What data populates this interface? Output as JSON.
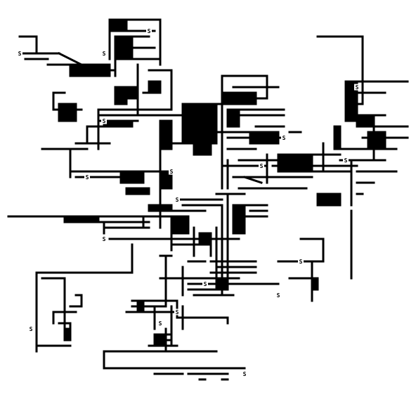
{
  "game": {
    "start_marker": "S",
    "grid": {
      "cols": 74,
      "rows": 74
    },
    "colors": {
      "background": "#ffffff",
      "wall": "#000000"
    }
  },
  "chart_data": {
    "type": "table",
    "segments": [
      [
        19,
        3,
        28,
        3
      ],
      [
        19,
        3,
        19,
        10
      ],
      [
        28,
        3,
        28,
        11
      ],
      [
        19,
        5,
        27,
        5
      ],
      [
        21,
        6,
        26,
        6
      ],
      [
        20,
        8,
        27,
        8
      ],
      [
        20,
        10,
        28,
        10
      ],
      [
        3,
        6,
        6,
        6
      ],
      [
        6,
        6,
        6,
        9
      ],
      [
        3,
        9,
        10,
        9
      ],
      [
        4,
        10,
        8,
        10
      ],
      [
        8,
        11,
        12,
        11
      ],
      [
        10,
        9,
        14,
        11
      ],
      [
        12,
        12,
        20,
        12
      ],
      [
        20,
        10,
        20,
        13
      ],
      [
        24,
        11,
        24,
        20
      ],
      [
        26,
        12,
        30,
        12
      ],
      [
        30,
        12,
        30,
        19
      ],
      [
        24,
        19,
        30,
        19
      ],
      [
        25,
        16,
        28,
        16
      ],
      [
        9,
        16,
        11,
        16
      ],
      [
        9,
        16,
        9,
        19
      ],
      [
        9,
        19,
        14,
        19
      ],
      [
        11,
        20,
        13,
        20
      ],
      [
        17,
        19,
        25,
        19
      ],
      [
        17,
        20,
        32,
        20
      ],
      [
        17,
        19,
        17,
        26
      ],
      [
        17,
        21,
        24,
        21
      ],
      [
        15,
        22,
        18,
        22
      ],
      [
        15,
        22,
        15,
        25
      ],
      [
        13,
        25,
        19,
        25
      ],
      [
        7,
        26,
        15,
        26
      ],
      [
        12,
        26,
        12,
        31
      ],
      [
        12,
        30,
        30,
        30
      ],
      [
        13,
        31,
        24,
        31
      ],
      [
        28,
        22,
        28,
        40
      ],
      [
        29,
        25,
        33,
        25
      ],
      [
        32,
        18,
        40,
        18
      ],
      [
        39,
        13,
        47,
        13
      ],
      [
        39,
        13,
        39,
        33
      ],
      [
        47,
        13,
        47,
        17
      ],
      [
        41,
        15,
        49,
        15
      ],
      [
        41,
        17,
        47,
        17
      ],
      [
        42,
        19,
        50,
        19
      ],
      [
        40,
        20,
        50,
        20
      ],
      [
        40,
        24,
        50,
        24
      ],
      [
        40,
        26,
        45,
        26
      ],
      [
        42,
        28,
        49,
        28
      ],
      [
        45,
        22,
        50,
        22
      ],
      [
        36,
        23,
        45,
        23
      ],
      [
        51,
        23,
        53,
        23
      ],
      [
        56,
        6,
        64,
        6
      ],
      [
        64,
        6,
        64,
        18
      ],
      [
        61,
        14,
        72,
        14
      ],
      [
        61,
        16,
        68,
        16
      ],
      [
        61,
        18,
        64,
        18
      ],
      [
        63,
        20,
        68,
        20
      ],
      [
        66,
        20,
        66,
        28
      ],
      [
        66,
        22,
        72,
        22
      ],
      [
        64,
        24,
        72,
        24
      ],
      [
        60,
        26,
        70,
        26
      ],
      [
        60,
        28,
        68,
        28
      ],
      [
        63,
        30,
        70,
        30
      ],
      [
        62,
        28,
        62,
        36
      ],
      [
        63,
        32,
        66,
        32
      ],
      [
        63,
        34,
        64,
        34
      ],
      [
        57,
        25,
        57,
        30
      ],
      [
        54,
        27,
        60,
        27
      ],
      [
        48,
        29,
        63,
        29
      ],
      [
        49,
        30,
        62,
        30
      ],
      [
        40,
        28,
        40,
        33
      ],
      [
        39,
        29,
        47,
        29
      ],
      [
        41,
        31,
        55,
        31
      ],
      [
        42,
        33,
        54,
        33
      ],
      [
        47,
        27,
        47,
        32
      ],
      [
        43,
        32,
        46,
        31
      ],
      [
        38,
        34,
        43,
        34
      ],
      [
        40,
        34,
        40,
        36
      ],
      [
        31,
        35,
        39,
        35
      ],
      [
        32,
        36,
        39,
        36
      ],
      [
        26,
        37,
        36,
        37
      ],
      [
        25,
        38,
        31,
        38
      ],
      [
        25,
        38,
        25,
        40
      ],
      [
        1,
        38,
        30,
        38
      ],
      [
        11,
        39,
        26,
        39
      ],
      [
        18,
        40,
        26,
        40
      ],
      [
        18,
        39,
        18,
        41
      ],
      [
        30,
        39,
        33,
        39
      ],
      [
        31,
        41,
        33,
        41
      ],
      [
        39,
        36,
        39,
        52
      ],
      [
        40,
        36,
        40,
        50
      ],
      [
        38,
        42,
        42,
        42
      ],
      [
        41,
        36,
        47,
        36
      ],
      [
        41,
        38,
        47,
        38
      ],
      [
        44,
        37,
        47,
        37
      ],
      [
        19,
        42,
        38,
        42
      ],
      [
        34,
        40,
        34,
        45
      ],
      [
        30,
        43,
        36,
        43
      ],
      [
        30,
        39,
        30,
        44
      ],
      [
        38,
        40,
        38,
        49
      ],
      [
        37,
        41,
        37,
        45
      ],
      [
        23,
        43,
        23,
        48
      ],
      [
        19,
        48,
        23,
        48
      ],
      [
        6,
        48,
        19,
        48
      ],
      [
        6,
        48,
        6,
        62
      ],
      [
        7,
        49,
        11,
        49
      ],
      [
        11,
        49,
        11,
        60
      ],
      [
        6,
        61,
        12,
        61
      ],
      [
        9,
        55,
        9,
        57
      ],
      [
        9,
        55,
        13,
        55
      ],
      [
        13,
        52,
        14,
        52
      ],
      [
        14,
        52,
        14,
        54
      ],
      [
        12,
        54,
        14,
        54
      ],
      [
        12,
        57,
        12,
        59
      ],
      [
        10,
        57,
        12,
        57
      ],
      [
        28,
        45,
        30,
        45
      ],
      [
        29,
        45,
        29,
        54
      ],
      [
        37,
        46,
        45,
        46
      ],
      [
        38,
        47,
        45,
        47
      ],
      [
        37,
        48,
        45,
        48
      ],
      [
        32,
        47,
        32,
        52
      ],
      [
        33,
        46,
        36,
        46
      ],
      [
        33,
        50,
        49,
        50
      ],
      [
        33,
        51,
        38,
        51
      ],
      [
        34,
        52,
        41,
        52
      ],
      [
        31,
        53,
        31,
        56
      ],
      [
        32,
        54,
        32,
        58
      ],
      [
        31,
        56,
        40,
        56
      ],
      [
        40,
        56,
        40,
        57
      ],
      [
        23,
        53,
        31,
        53
      ],
      [
        23,
        54,
        29,
        54
      ],
      [
        22,
        55,
        31,
        55
      ],
      [
        27,
        54,
        27,
        58
      ],
      [
        30,
        54,
        30,
        61
      ],
      [
        29,
        58,
        29,
        62
      ],
      [
        28,
        60,
        30,
        60
      ],
      [
        27,
        59,
        30,
        59
      ],
      [
        26,
        61,
        31,
        61
      ],
      [
        25,
        62,
        31,
        62
      ],
      [
        18,
        62,
        38,
        62
      ],
      [
        18,
        62,
        18,
        65
      ],
      [
        18,
        65,
        43,
        65
      ],
      [
        26,
        65,
        29,
        65
      ],
      [
        27,
        66,
        32,
        66
      ],
      [
        33,
        66,
        40,
        66
      ],
      [
        35,
        67,
        36,
        67
      ],
      [
        39,
        67,
        40,
        67
      ],
      [
        51,
        49,
        55,
        49
      ],
      [
        55,
        49,
        55,
        53
      ],
      [
        49,
        46,
        57,
        46
      ],
      [
        57,
        42,
        57,
        46
      ],
      [
        53,
        42,
        57,
        42
      ],
      [
        55,
        46,
        55,
        51
      ],
      [
        62,
        37,
        62,
        49
      ],
      [
        28,
        49,
        42,
        49
      ]
    ],
    "blocks": [
      [
        19,
        3,
        22,
        5
      ],
      [
        20,
        6,
        23,
        8
      ],
      [
        20,
        8,
        23,
        10
      ],
      [
        12,
        11,
        19,
        13
      ],
      [
        32,
        18,
        38,
        25
      ],
      [
        34,
        25,
        37,
        27
      ],
      [
        28,
        21,
        30,
        26
      ],
      [
        40,
        19,
        42,
        22
      ],
      [
        39,
        16,
        45,
        18
      ],
      [
        44,
        23,
        49,
        25
      ],
      [
        49,
        27,
        55,
        30
      ],
      [
        61,
        14,
        63,
        21
      ],
      [
        63,
        20,
        66,
        22
      ],
      [
        56,
        34,
        60,
        36
      ],
      [
        41,
        36,
        43,
        41
      ],
      [
        11,
        38,
        17,
        39
      ],
      [
        21,
        30,
        25,
        32
      ],
      [
        22,
        33,
        26,
        34
      ],
      [
        30,
        38,
        33,
        41
      ],
      [
        35,
        41,
        37,
        43
      ],
      [
        11,
        58,
        12,
        60
      ],
      [
        27,
        59,
        29,
        61
      ],
      [
        24,
        53,
        25,
        55
      ],
      [
        55,
        49,
        56,
        51
      ],
      [
        38,
        49,
        40,
        51
      ],
      [
        10,
        18,
        13,
        21
      ],
      [
        22,
        15,
        24,
        17
      ],
      [
        20,
        15,
        22,
        18
      ],
      [
        28,
        30,
        30,
        33
      ],
      [
        26,
        36,
        30,
        37
      ],
      [
        65,
        23,
        68,
        26
      ],
      [
        59,
        22,
        60,
        26
      ],
      [
        18,
        21,
        23,
        22
      ],
      [
        26,
        14,
        28,
        16
      ]
    ],
    "markers": [
      {
        "glyph": "S",
        "col": 26,
        "row": 5
      },
      {
        "glyph": "S",
        "col": 18,
        "row": 9
      },
      {
        "glyph": "S",
        "col": 3,
        "row": 9
      },
      {
        "glyph": "S",
        "col": 18,
        "row": 21
      },
      {
        "glyph": "S",
        "col": 30,
        "row": 30
      },
      {
        "glyph": "S",
        "col": 50,
        "row": 24
      },
      {
        "glyph": "S",
        "col": 46,
        "row": 29
      },
      {
        "glyph": "S",
        "col": 63,
        "row": 15
      },
      {
        "glyph": "S",
        "col": 61,
        "row": 28
      },
      {
        "glyph": "S",
        "col": 15,
        "row": 31
      },
      {
        "glyph": "S",
        "col": 31,
        "row": 35
      },
      {
        "glyph": "S",
        "col": 18,
        "row": 42
      },
      {
        "glyph": "S",
        "col": 53,
        "row": 46
      },
      {
        "glyph": "S",
        "col": 36,
        "row": 50
      },
      {
        "glyph": "S",
        "col": 31,
        "row": 55
      },
      {
        "glyph": "S",
        "col": 28,
        "row": 57
      },
      {
        "glyph": "S",
        "col": 5,
        "row": 58
      },
      {
        "glyph": "S",
        "col": 43,
        "row": 66
      },
      {
        "glyph": "S",
        "col": 49,
        "row": 52
      }
    ]
  }
}
